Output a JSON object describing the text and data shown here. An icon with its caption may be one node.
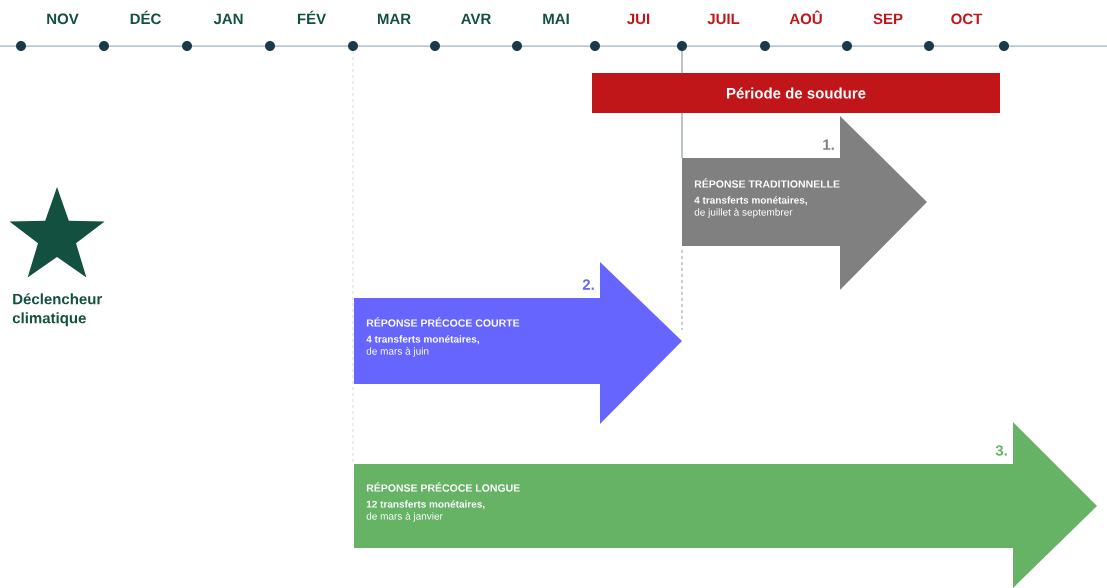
{
  "diagram": {
    "nodes": [
      {
        "text": [
          "Période de soudure"
        ]
      },
      {
        "text": [
          "RÉPONSE TRADITIONNELLE",
          "4 transferts monétaires,",
          "de juillet à septembrer"
        ],
        "beside": [
          "1."
        ]
      },
      {
        "text": [
          "Déclencheur climatique"
        ]
      },
      {
        "text": [
          "RÉPONSE PRÉCOCE COURTE",
          "4 transferts monétaires,",
          "de mars à juin"
        ],
        "beside": [
          "2."
        ]
      },
      {
        "text": [
          "RÉPONSE PRÉCOCE LONGUE",
          "12 transferts monétaires,",
          "de mars à janvier"
        ],
        "beside": [
          "3."
        ]
      }
    ],
    "labels": [
      "NOV",
      "DÉC",
      "JAN",
      "FÉV",
      "MAR",
      "AVR",
      "MAI",
      "JUI",
      "JUIL",
      "AOÛ",
      "SEP",
      "OCT"
    ]
  }
}
